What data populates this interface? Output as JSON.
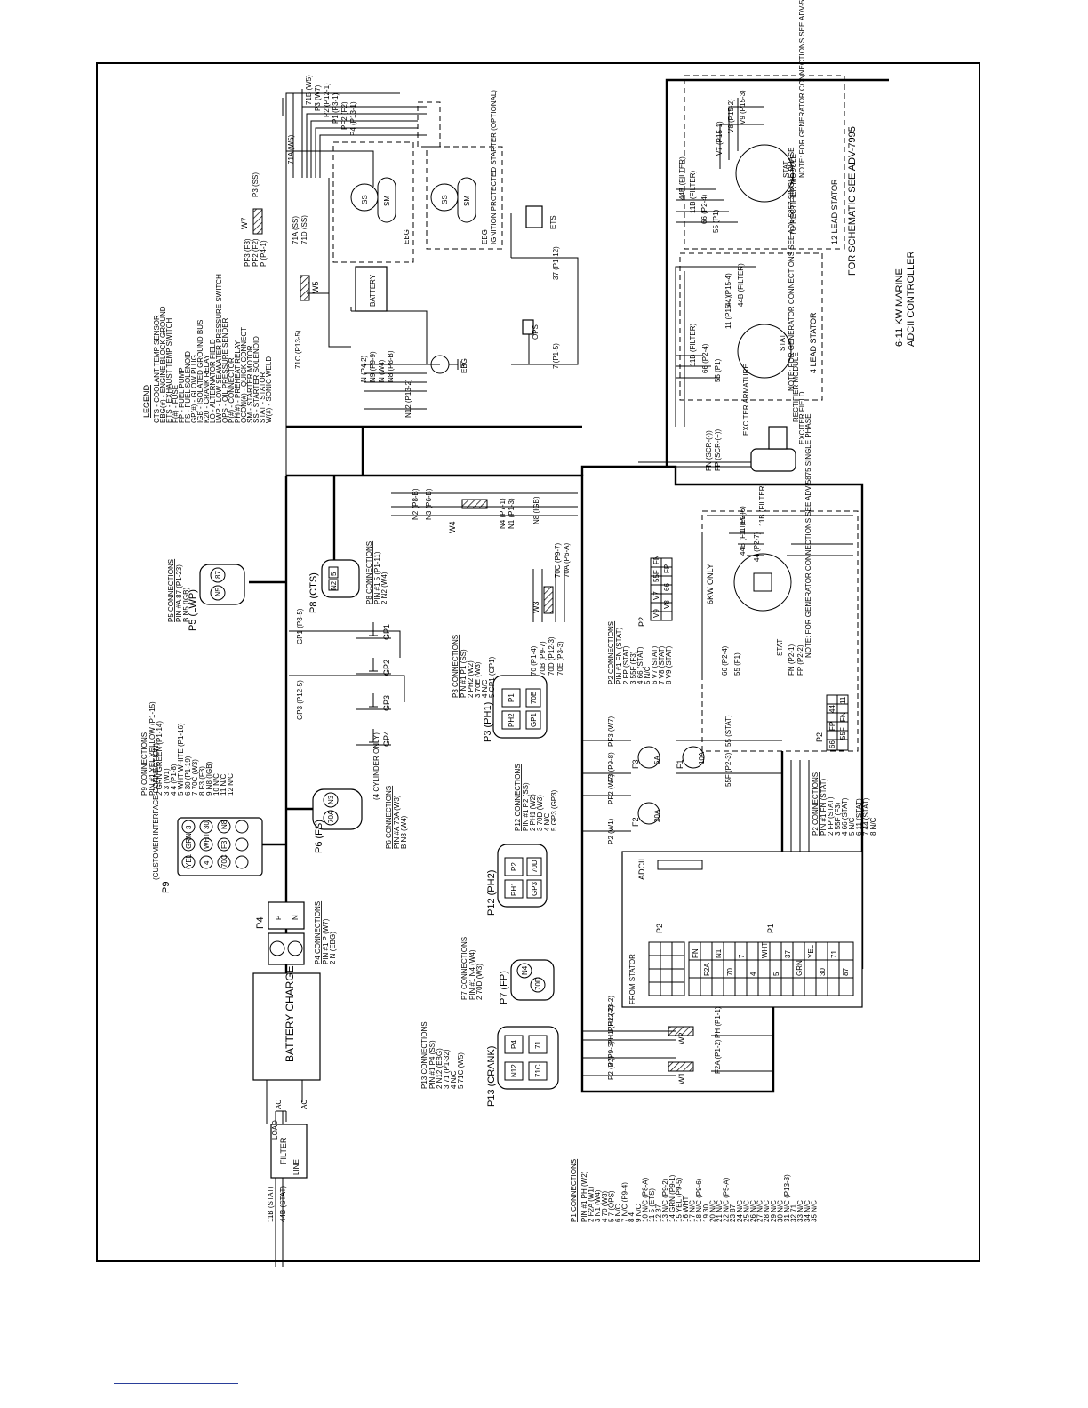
{
  "title": {
    "line1": "6-11 KW MARINE",
    "line2": "ADCII CONTROLLER"
  },
  "schematic_note": "FOR SCHEMATIC SEE ADV-7995",
  "legend": {
    "heading": "LEGEND",
    "items": [
      "CTS - COOLANT TEMP SENSOR",
      "EBG(#) - ENGINE BLOCK GROUND",
      "ETS - EXHAUST TEMP SWITCH",
      "F(#) - FUSE",
      "FP - FUEL PUMP",
      "FS - FUEL SOLENOID",
      "GP(#) - GLOW PLUG",
      "IGB - ISOLATED GROUND BUS",
      "K20 - CRANK RELAY",
      "LO - ALTERNATOR FIELD",
      "LWP - LOW SEAWATER PRESSURE SWITCH",
      "OPS - OIL PRESSURE SENDER",
      "P(#) - CONNECTOR",
      "PH(#) - PREHEAT RELAY",
      "QCON(#) - QUICK CONNECT",
      "SM - STARTER MOTOR",
      "SS - STARTER SOLENOID",
      "STAT - STATOR",
      "W(#) - SONIC WELD"
    ]
  },
  "components": {
    "battery_charger": "BATTERY CHARGER",
    "filter": "FILTER",
    "filter_line": "LINE",
    "filter_load": "LOAD",
    "battery": "BATTERY",
    "adcii": "ADCII",
    "from_stator": "FROM STATOR",
    "p1": "P1",
    "p2": "P2",
    "p4": "P4",
    "p5": "P5 (LWP)",
    "p6": "P6 (FS)",
    "p7": "P7 (FP)",
    "p8": "P8 (CTS)",
    "p9": "P9",
    "p9_sub": "(CUSTOMER INTERFACE CONNECTION)",
    "p3": "P3 (PH1)",
    "p12": "P12 (PH2)",
    "p13": "P13 (CRANK)",
    "ebg": "EBG",
    "ets": "ETS",
    "ops": "OPS",
    "ss": "SS",
    "sm": "SM",
    "ignition_starter": "IGNITION PROTECTED STARTER (OPTIONAL)",
    "stat": "STAT",
    "exciter_armature": "EXCITER ARMATURE",
    "exciter_field": "EXCITER FIELD",
    "rectifier_module": "RECTIFIER MODULE",
    "to_rectifier": "TO RECTIFIER MODULE",
    "four_lead": "4 LEAD STATOR",
    "twelve_lead": "12 LEAD STATOR",
    "six_kw": "6KW ONLY",
    "note_single_5857": "NOTE: FOR GENERATOR CONNECTIONS SEE ADV-5857 SINGLE PHASE",
    "note_three_5875": "NOTE: FOR GENERATOR CONNECTIONS SEE ADV-5875 THREE PHASE",
    "note_single_5875": "NOTE: FOR GENERATOR CONNECTIONS SEE ADV-5875 SINGLE PHASE",
    "four_cyl": "(4 CYLINDER ONLY)",
    "gp1": "GP1",
    "gp2": "GP2",
    "gp3": "GP3",
    "gp4": "GP4",
    "f1": "F1",
    "f1_rating": "10A",
    "f2": "F2",
    "f2_rating": "20A",
    "f3": "F3",
    "f3_rating": "5A",
    "w1": "W1",
    "w2": "W2",
    "w3": "W3",
    "w4": "W4",
    "w5": "W5",
    "w7": "W7"
  },
  "connection_tables": {
    "p1": {
      "heading": "P1 CONNECTIONS",
      "rows": [
        "PIN #1  PH  (W2)",
        "2  F2A  (W1)",
        "3  N1  (W4)",
        "4  70  (W3)",
        "5  7  (OPS)",
        "6  N/C",
        "7  N/C  (P9-4)",
        "8  4",
        "9  N/C",
        "10  N/C  (P8-A)",
        "11  5  (ETS)",
        "12  37",
        "13  N/C  (P9-2)",
        "14  GRN  (P9-1)",
        "15  YEL  (P9-5)",
        "16  WHT",
        "17  N/C",
        "18  N/C  (P9-6)",
        "19  30",
        "20  N/C",
        "21  N/C",
        "22  N/C  (P5-A)",
        "23  87",
        "24  N/C",
        "25  N/C",
        "26  N/C",
        "27  N/C",
        "28  N/C",
        "29  N/C",
        "30  N/C",
        "31  N/C  (P13-3)",
        "32  71",
        "33  N/C",
        "34  N/C",
        "35  N/C"
      ]
    },
    "p13": {
      "heading": "P13 CONNECTIONS",
      "rows": [
        "PIN #1  P4  (SS)",
        "2  N12  (EBG)",
        "3  71  (P1-32)",
        "4  N/C",
        "5  71C  (W5)"
      ]
    },
    "p7": {
      "heading": "P7 CONNECTIONS",
      "rows": [
        "PIN #1  N4  (W4)",
        "2  70D  (W3)"
      ]
    },
    "p4": {
      "heading": "P4 CONNECTIONS",
      "rows": [
        "PIN #1  P  (W7)",
        "2  N  (EBG)"
      ]
    },
    "p12": {
      "heading": "P12 CONNECTIONS",
      "rows": [
        "PIN #1  P2  (SS)",
        "2  PH1  (W2)",
        "3  70D  (W3)",
        "4  N/C",
        "5  GP3  (GP3)"
      ]
    },
    "p3": {
      "heading": "P3 CONNECTIONS",
      "rows": [
        "PIN #1  P1  (SS)",
        "2  PH2  (W2)",
        "3  70E  (W3)",
        "4  N/C",
        "5  GP1  (GP1)"
      ]
    },
    "p6": {
      "heading": "P6 CONNECTIONS",
      "rows": [
        "PIN #A  70A  (W3)",
        "B  N3  (W4)"
      ]
    },
    "p8": {
      "heading": "P8 CONNECTIONS",
      "rows": [
        "PIN #1  5  (P1-11)",
        "2  N2  (W4)"
      ]
    },
    "p5": {
      "heading": "P5 CONNECTIONS",
      "rows": [
        "PIN #A  87  (P1-23)",
        "B  N5  (IGB)"
      ]
    },
    "p9": {
      "heading": "P9 CONNECTIONS",
      "rows": [
        "PIN #1  YEL  YELLOW (P1-15)",
        "2  GRN  GREEN (P1-14)",
        "3  3  (W1)",
        "4  4  (P1-8)",
        "5  WHT  WHITE (P1-16)",
        "6  30  (P1-19)",
        "7  70C  (W3)",
        "8  F3  (F3)",
        "9  N8  (IGB)",
        "10  N/C",
        "11  N/C",
        "12  N/C"
      ]
    },
    "p2_left": {
      "heading": "P2 CONNECTIONS",
      "rows": [
        "PIN #1  FN  (STAT)",
        "2  FP  (STAT)",
        "3  55F  (F3)",
        "4  66  (STAT)",
        "5  N/C",
        "6  V7  (STAT)",
        "7  V8  (STAT)",
        "8  V9  (STAT)"
      ]
    },
    "p2_right": {
      "heading": "P2 CONNECTIONS",
      "rows": [
        "PIN #1  FN  (STAT)",
        "2  FP  (STAT)",
        "3  55F  (F3)",
        "4  66  (STAT)",
        "5  N/C",
        "6  11  (STAT)",
        "7  44  (STAT)",
        "8  N/C"
      ]
    }
  },
  "wire_labels": {
    "filter_in_top": "11B (STAT)",
    "filter_in_bottom": "44B (STAT)",
    "ac1": "AC",
    "ac2": "AC",
    "p_w2": "PH (P1-1)",
    "f2a": "F2A (P1-2)",
    "ph2": "PH2 (P3-2)",
    "ph1": "PH1 (P12-2)",
    "p3w": "3 (P9-3)",
    "p2w": "P2 (P2)",
    "f3a": "F3 (P9-8)",
    "pf3": "PF3 (W7)",
    "pf2": "PF2 (W7)",
    "p2w1": "P2 (W1)",
    "s55": "55 (STAT)",
    "s55f": "55F (P2-3)",
    "n2": "N2 (P8-B)",
    "n3": "N3 (P6-B)",
    "n4": "N4 (P7-1)",
    "n1": "N1 (P1-3)",
    "n8": "N8 (IGB)",
    "w3_1": "70 (P1-4)",
    "w3_2": "70B (P9-7)",
    "w3_3": "70D (P12-3)",
    "w3_4": "70E (P3-3)",
    "w3_5": "70C (P9-7)",
    "w3_6": "70A (P6-A)",
    "gp1w": "GP1 (P3-5)",
    "gp3w": "GP3 (P12-5)",
    "n_p42": "N (P4-2)",
    "n9": "N9 (P9-9)",
    "nw5": "N (W4)",
    "n8b": "N8 (P8-B)",
    "n12": "N12 (P13-2)",
    "seven": "7 (P1-5)",
    "thirty7": "37 (P1-12)",
    "w5a": "71C (P13-5)",
    "w5b": "71A (SS)",
    "w5c": "71D (SS)",
    "pf3b": "PF3 (F3)",
    "pf2b": "PF2 (F2)",
    "pb": "P (P4-1)",
    "p3ss": "P3 (SS)",
    "f71a": "71A (W5)",
    "t1": "71B (W5)",
    "t2": "P3 (W7)",
    "t3": "P2 (P12-1)",
    "t4": "P1 (P3-1)",
    "t5": "PF2 (F2)",
    "t6": "P4 (P13-1)",
    "fn": "FN (SCR-(-))",
    "fp": "FP (SCR-(+))",
    "s11b": "11B (FILTER)",
    "s66": "66 (P2-4)",
    "s55p1": "55 (P1)",
    "s11": "11 (P15-1)",
    "s44": "44 (P15-4)",
    "s44b": "44B (FILTER)",
    "h44b": "44B (FILTER)",
    "h11b": "11B (FILTER)",
    "h66": "66 (P2-4)",
    "h55": "55 (P1)",
    "hv7": "V7 (P15-1)",
    "hv8": "V8 (P15-2)",
    "hv9": "V9 (P15-3)",
    "k11b": "11B (FILTER)",
    "k11": "11 (P2-6)",
    "k44b": "44B (FILTER)",
    "k44": "44 (P2-7)",
    "k66": "66 (P2-4)",
    "k55": "55 (F1)",
    "kfn": "FN (P2-1)",
    "kfp": "FP (P2-2)"
  },
  "p2_block_left": [
    "V9",
    "V8",
    "V7",
    "66",
    "55F",
    "FP",
    "FN"
  ],
  "p2_block_right": [
    "66",
    "55F",
    "FP",
    "FN",
    "44",
    "11"
  ],
  "p1_block": [
    "FN",
    "F2A",
    "N1",
    "70",
    "7",
    "4",
    "WHT",
    "5",
    "37",
    "GRN",
    "YEL",
    "30",
    "71",
    "87"
  ],
  "p9_pins": [
    "YEL",
    "GRN",
    "3",
    "30",
    "WHT",
    "4",
    "70C",
    "F3",
    "N8"
  ],
  "icons": {
    "ground": "ground-icon",
    "fuse": "fuse-icon",
    "weld": "sonic-weld-icon",
    "connector": "connector-icon",
    "glow_plug": "glow-plug-icon",
    "battery": "battery-icon"
  }
}
